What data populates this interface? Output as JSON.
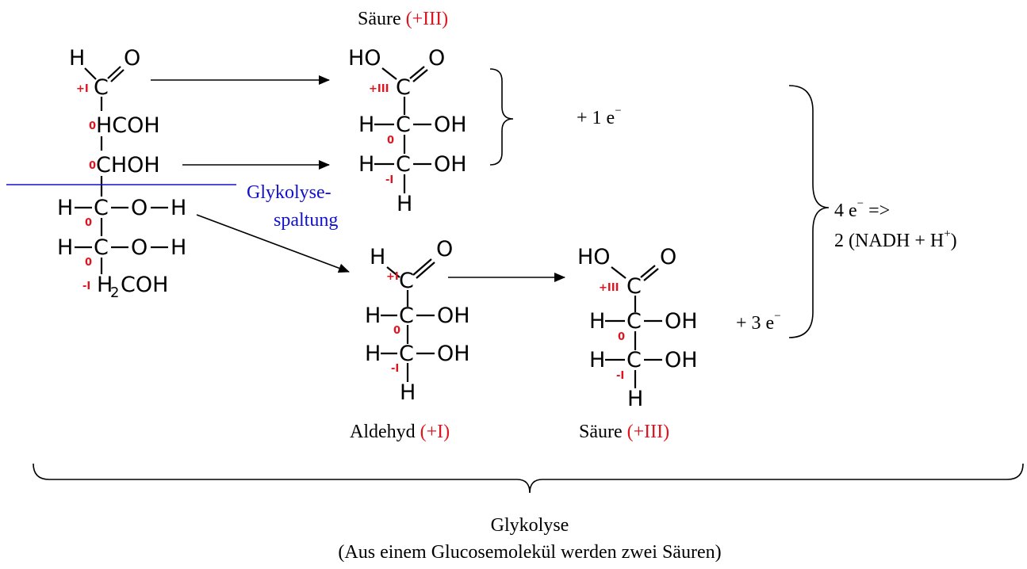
{
  "labels": {
    "acid_top": "Säure",
    "acid_top_ox": "(+III)",
    "aldehyde": "Aldehyd",
    "aldehyde_ox": "(+I)",
    "acid_bottom": "Säure",
    "acid_bottom_ox": "(+III)",
    "split_line1": "Glykolyse-",
    "split_line2": "spaltung",
    "electrons_top": "+ 1 e",
    "electrons_bottom": "+ 3 e",
    "minus": "−",
    "total_line1_pre": "4 e",
    "total_line1_post": " =>",
    "total_line2_pre": "2 (NADH + H",
    "total_line2_plus": "+",
    "total_line2_post": ")",
    "footer_title": "Glykolyse",
    "footer_sub": "(Aus einem Glucosemolekül werden zwei Säuren)"
  },
  "glucose": {
    "h": "H",
    "o": "O",
    "c": "C",
    "hcoh": "HCOH",
    "choh": "CHOH",
    "oh": "O",
    "h2": "H",
    "sub2": "2",
    "coh": "COH",
    "ox_c1": "+I",
    "ox_c2": "0",
    "ox_c3": "0",
    "ox_c4": "0",
    "ox_c5": "0",
    "ox_c6": "-I"
  },
  "acid1": {
    "ho": "HO",
    "o": "O",
    "c": "C",
    "h": "H",
    "oh": "OH",
    "ox_c1": "+III",
    "ox_c2": "0",
    "ox_c3": "-I"
  },
  "aldehyde_mol": {
    "h": "H",
    "o": "O",
    "c": "C",
    "oh": "OH",
    "ox_c1": "+I",
    "ox_c2": "0",
    "ox_c3": "-I"
  },
  "acid2": {
    "ho": "HO",
    "o": "O",
    "c": "C",
    "h": "H",
    "oh": "OH",
    "ox_c1": "+III",
    "ox_c2": "0",
    "ox_c3": "-I"
  }
}
